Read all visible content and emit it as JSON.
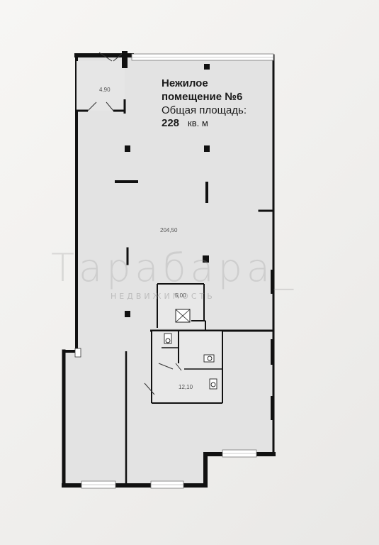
{
  "title": {
    "line1": "Нежилое",
    "line2": "помещение №6",
    "line3": "Общая площадь:",
    "area_value": "228",
    "area_unit": "кв. м"
  },
  "rooms": {
    "vestibule": "4,90",
    "main_hall": "204,50",
    "room_5": "5,00",
    "wc_block": "12,10"
  },
  "watermark": {
    "brand": "Тарабара_",
    "tagline": "НЕДВИЖИМОСТЬ"
  },
  "colors": {
    "wall": "#111111",
    "floor": "#e2e2e2",
    "window": "#ffffff"
  }
}
